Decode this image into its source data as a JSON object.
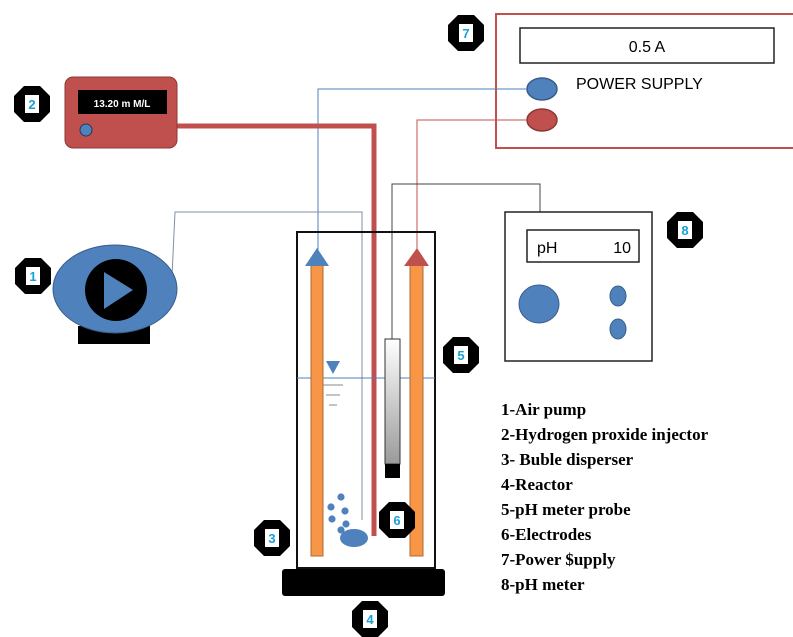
{
  "injector": {
    "display": "13.20 m M/L"
  },
  "power_supply": {
    "display": "0.5 A",
    "label": "POWER SUPPLY"
  },
  "ph_meter": {
    "label": "pH",
    "value": "10"
  },
  "markers": [
    "1",
    "2",
    "3",
    "4",
    "5",
    "6",
    "7",
    "8"
  ],
  "legend": [
    "1-Air pump",
    "2-Hydrogen proxide injector",
    "3- Buble disperser",
    "4-Reactor",
    "5-pH meter probe",
    "6-Electrodes",
    "7-Power $upply",
    "8-pH meter"
  ],
  "colors": {
    "anode_red": "#c0504d",
    "cathode_blue": "#4f81bd",
    "electrode_orange": "#f79646",
    "marker_text": "#1aa0d8"
  }
}
